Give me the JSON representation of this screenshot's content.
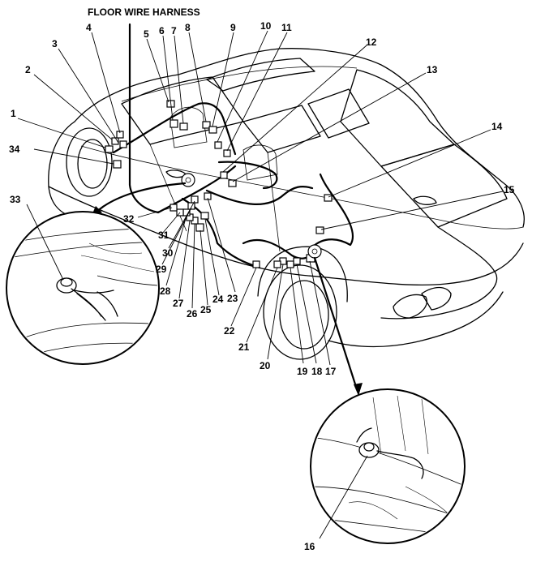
{
  "title": "FLOOR WIRE HARNESS",
  "callouts": [
    {
      "id": "1",
      "text": "1"
    },
    {
      "id": "2",
      "text": "2"
    },
    {
      "id": "3",
      "text": "3"
    },
    {
      "id": "4",
      "text": "4"
    },
    {
      "id": "5",
      "text": "5"
    },
    {
      "id": "6",
      "text": "6"
    },
    {
      "id": "7",
      "text": "7"
    },
    {
      "id": "8",
      "text": "8"
    },
    {
      "id": "9",
      "text": "9"
    },
    {
      "id": "10",
      "text": "10"
    },
    {
      "id": "11",
      "text": "11"
    },
    {
      "id": "12",
      "text": "12"
    },
    {
      "id": "13",
      "text": "13"
    },
    {
      "id": "14",
      "text": "14"
    },
    {
      "id": "15",
      "text": "15"
    },
    {
      "id": "16",
      "text": "16"
    },
    {
      "id": "17",
      "text": "17"
    },
    {
      "id": "18",
      "text": "18"
    },
    {
      "id": "19",
      "text": "19"
    },
    {
      "id": "20",
      "text": "20"
    },
    {
      "id": "21",
      "text": "21"
    },
    {
      "id": "22",
      "text": "22"
    },
    {
      "id": "23",
      "text": "23"
    },
    {
      "id": "24",
      "text": "24"
    },
    {
      "id": "25",
      "text": "25"
    },
    {
      "id": "26",
      "text": "26"
    },
    {
      "id": "27",
      "text": "27"
    },
    {
      "id": "28",
      "text": "28"
    },
    {
      "id": "29",
      "text": "29"
    },
    {
      "id": "30",
      "text": "30"
    },
    {
      "id": "31",
      "text": "31"
    },
    {
      "id": "32",
      "text": "32"
    },
    {
      "id": "33",
      "text": "33"
    },
    {
      "id": "34",
      "text": "34"
    }
  ]
}
